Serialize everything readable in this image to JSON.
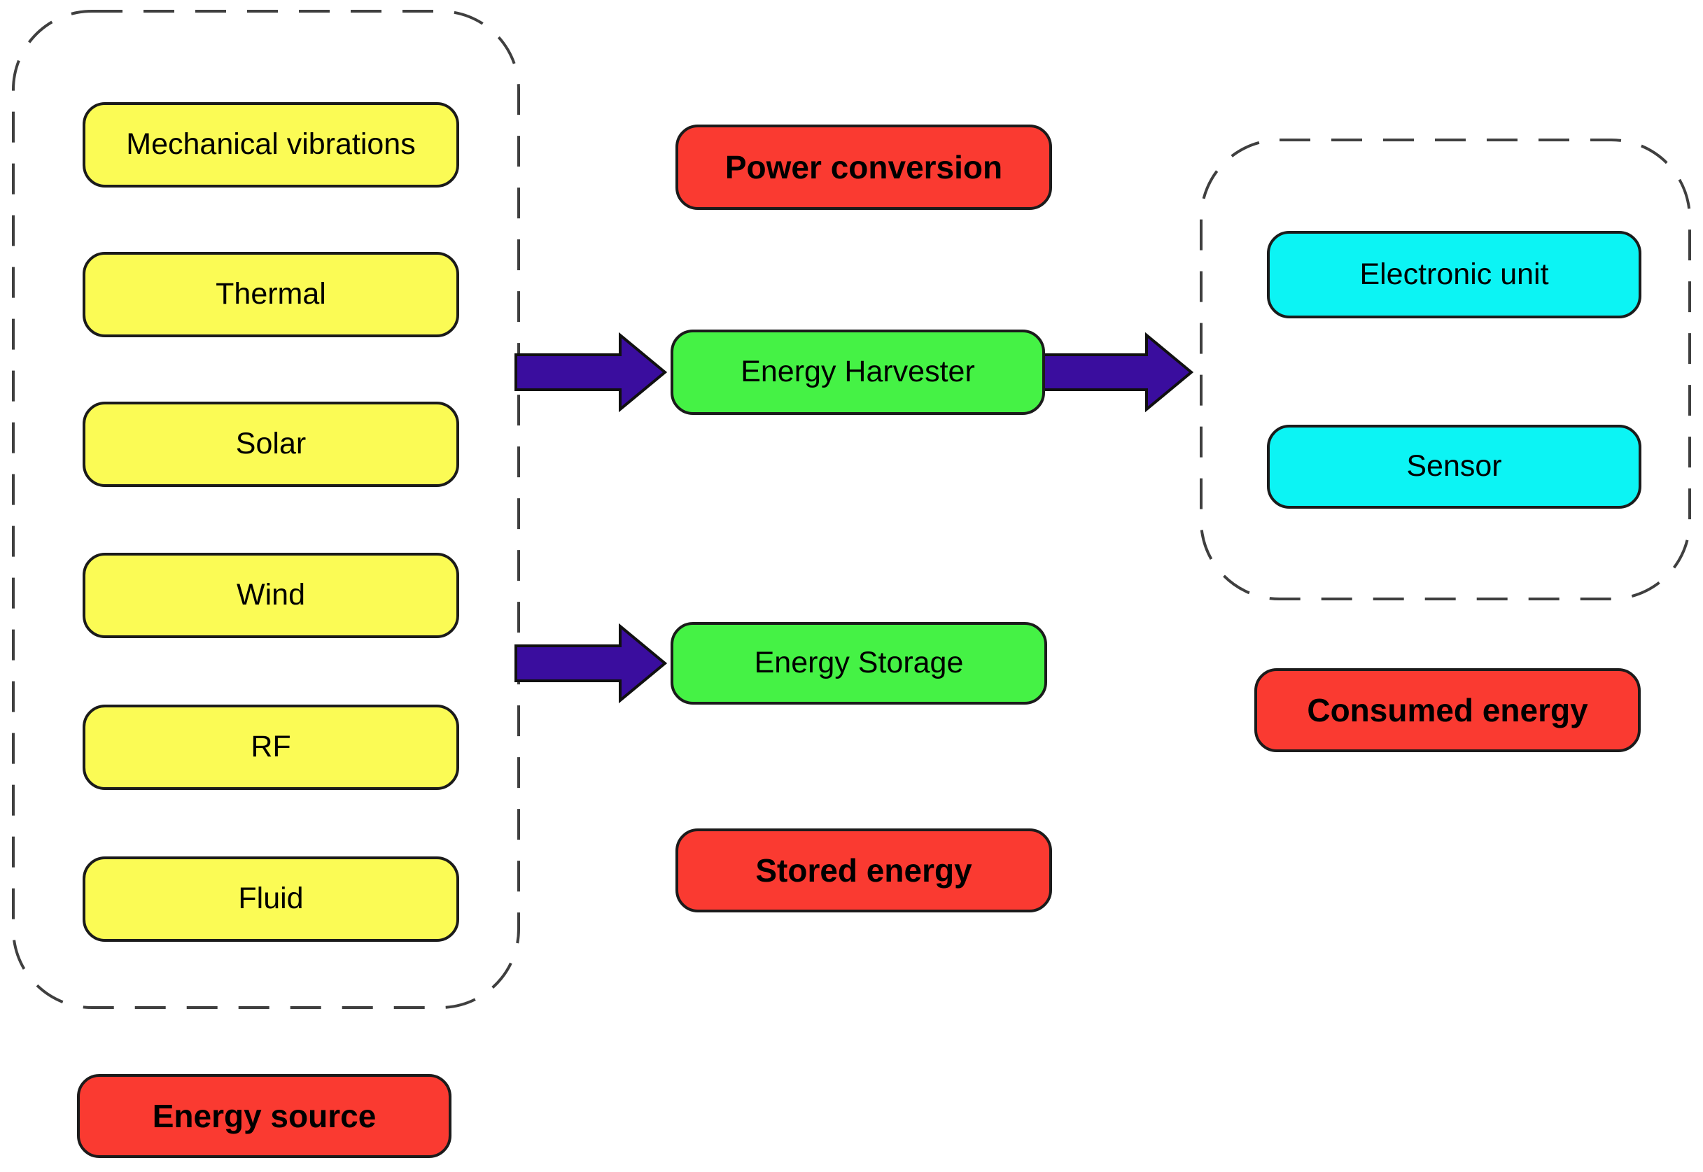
{
  "colors": {
    "yellow": "#FBFB55",
    "green": "#45F245",
    "cyan": "#0CF4F4",
    "red": "#FA3A31",
    "arrow": "#3A0D9E"
  },
  "sources": {
    "items": [
      {
        "label": "Mechanical vibrations"
      },
      {
        "label": "Thermal"
      },
      {
        "label": "Solar"
      },
      {
        "label": "Wind"
      },
      {
        "label": "RF"
      },
      {
        "label": "Fluid"
      }
    ],
    "caption": "Energy source"
  },
  "flow": {
    "power_conversion": "Power conversion",
    "energy_harvester": "Energy Harvester",
    "energy_storage": "Energy Storage",
    "stored_energy": "Stored energy"
  },
  "consumers": {
    "items": [
      {
        "label": "Electronic unit"
      },
      {
        "label": "Sensor"
      }
    ],
    "caption": "Consumed energy"
  }
}
